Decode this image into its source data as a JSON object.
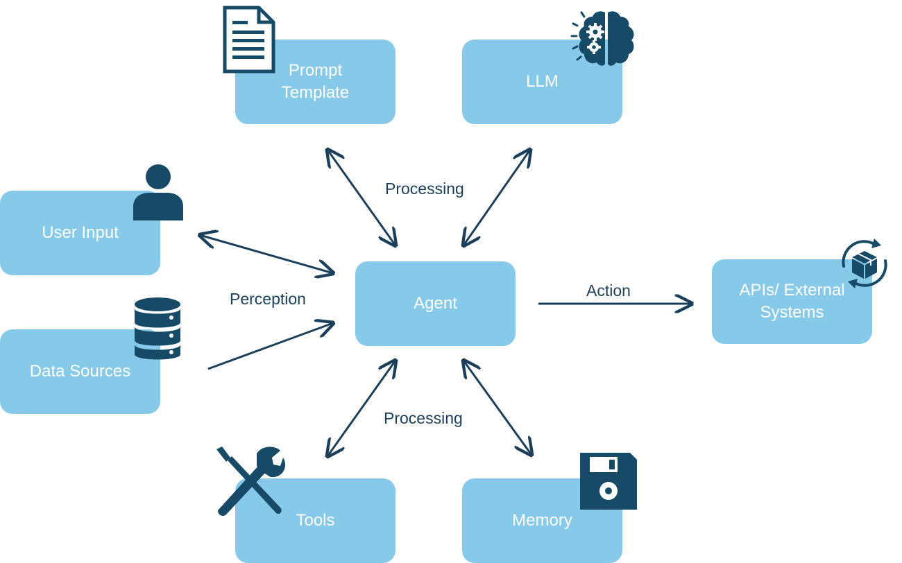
{
  "nodes": {
    "prompt_template": "Prompt\nTemplate",
    "llm": "LLM",
    "user_input": "User Input",
    "data_sources": "Data Sources",
    "agent": "Agent",
    "apis": "APIs/ External\nSystems",
    "tools": "Tools",
    "memory": "Memory"
  },
  "edge_labels": {
    "processing_top": "Processing",
    "perception": "Perception",
    "action": "Action",
    "processing_bottom": "Processing"
  },
  "colors": {
    "node_fill": "#87c9e9",
    "node_text": "#ffffff",
    "arrow": "#1b3f5a",
    "icon": "#174a66"
  },
  "icons": {
    "prompt_template": "document-icon",
    "llm": "brain-gears-icon",
    "user_input": "person-icon",
    "data_sources": "database-icon",
    "apis": "package-sync-icon",
    "tools": "wrench-screwdriver-icon",
    "memory": "floppy-disk-icon"
  }
}
